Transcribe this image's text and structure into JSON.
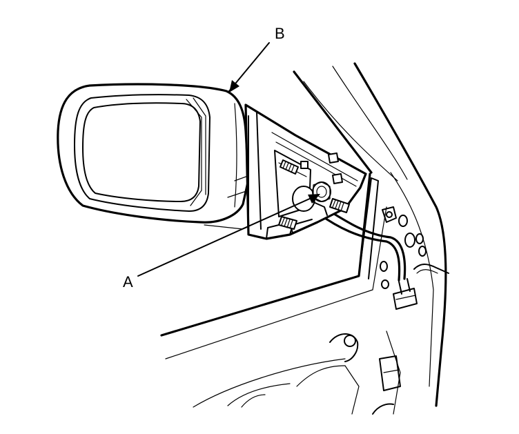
{
  "callouts": [
    {
      "id": "A",
      "label": "A"
    },
    {
      "id": "B",
      "label": "B"
    }
  ]
}
